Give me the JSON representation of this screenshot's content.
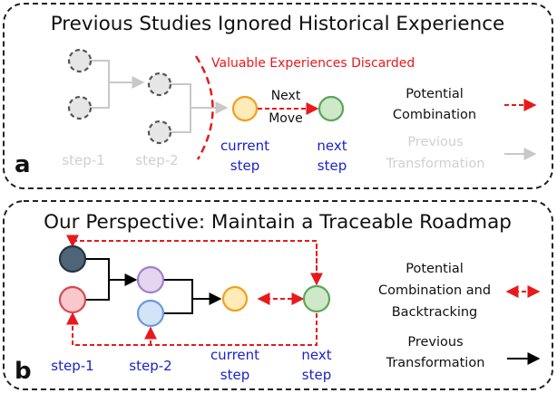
{
  "panel_a": {
    "title": "Previous Studies Ignored Historical Experience",
    "letter": "a",
    "discarded_label": "Valuable Experiences Discarded",
    "edge_label_top": "Next",
    "edge_label_bottom": "Move",
    "steps": {
      "step1": "step-1",
      "step2": "step-2",
      "current_line1": "current",
      "current_line2": "step",
      "next_line1": "next",
      "next_line2": "step"
    },
    "legend": {
      "potential_line1": "Potential",
      "potential_line2": "Combination",
      "previous_line1": "Previous",
      "previous_line2": "Transformation"
    }
  },
  "panel_b": {
    "title": "Our Perspective: Maintain a Traceable Roadmap",
    "letter": "b",
    "steps": {
      "step1": "step-1",
      "step2": "step-2",
      "current_line1": "current",
      "current_line2": "step",
      "next_line1": "next",
      "next_line2": "step"
    },
    "legend": {
      "potential_line1": "Potential",
      "potential_line2": "Combination and",
      "potential_line3": "Backtracking",
      "previous_line1": "Previous",
      "previous_line2": "Transformation"
    }
  },
  "colors": {
    "red": "#e8191c",
    "blue": "#1b22c8",
    "gray_text": "#d0d0d0",
    "gray_line": "#c8c8c8",
    "orange": "#f0a020",
    "orange_fill": "#ffebb8",
    "green": "#58a858",
    "green_fill": "#cfe8c8",
    "navy_fill": "#506478",
    "navy_stroke": "#243444",
    "pink_fill": "#f8c8cc",
    "pink_stroke": "#d84850",
    "purple_fill": "#e4d6f0",
    "purple_stroke": "#a080c8",
    "lightblue_fill": "#d4e4f8",
    "lightblue_stroke": "#6c9ad8"
  }
}
